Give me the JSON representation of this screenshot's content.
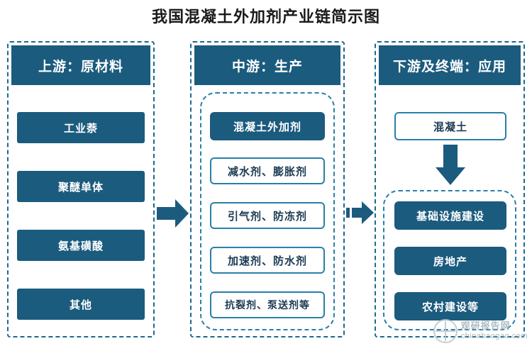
{
  "title": "我国混凝土外加剂产业链简示图",
  "columns": [
    {
      "id": "upstream",
      "header": "上游：原材料",
      "items": [
        {
          "label": "工业萘",
          "style": "filled"
        },
        {
          "label": "聚醚单体",
          "style": "filled"
        },
        {
          "label": "氨基磺酸",
          "style": "filled"
        },
        {
          "label": "其他",
          "style": "filled"
        }
      ]
    },
    {
      "id": "midstream",
      "header": "中游：生产",
      "items": [
        {
          "label": "混凝土外加剂",
          "style": "filled"
        },
        {
          "label": "减水剂、膨胀剂",
          "style": "outline"
        },
        {
          "label": "引气剂、防冻剂",
          "style": "outline"
        },
        {
          "label": "加速剂、防水剂",
          "style": "outline"
        },
        {
          "label": "抗裂剂、泵送剂等",
          "style": "outline"
        }
      ]
    },
    {
      "id": "downstream",
      "header": "下游及终端：应用",
      "items": [
        {
          "label": "混凝土",
          "style": "outline"
        },
        {
          "label": "基础设施建设",
          "style": "filled"
        },
        {
          "label": "房地产",
          "style": "filled"
        },
        {
          "label": "农村建设等",
          "style": "filled"
        }
      ]
    }
  ],
  "connectors": [
    {
      "id": "upstream-to-midstream",
      "direction": "right"
    },
    {
      "id": "midstream-to-downstream",
      "direction": "right"
    },
    {
      "id": "concrete-to-applications",
      "direction": "down"
    }
  ],
  "watermark": {
    "cn": "观研报告网",
    "en": "chinabaogao.com"
  },
  "colors": {
    "primary": "#1b5b7e",
    "accent": "#2a7fa8",
    "background": "#ffffff",
    "text_dark": "#1b3a52"
  }
}
